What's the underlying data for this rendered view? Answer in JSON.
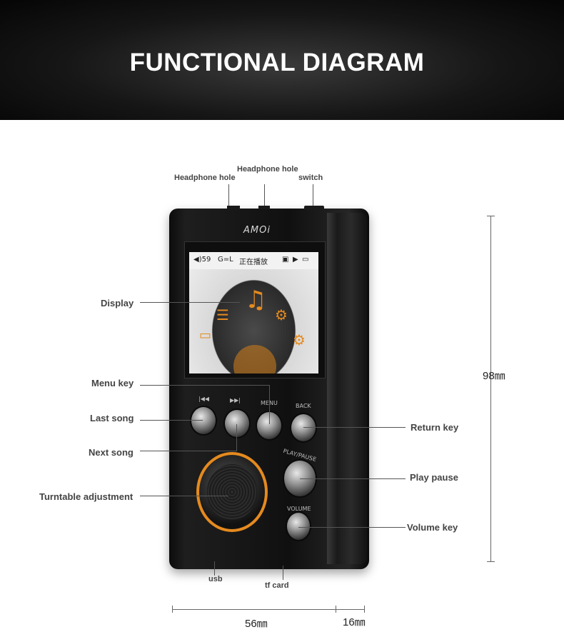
{
  "header": {
    "title": "FUNCTIONAL DIAGRAM"
  },
  "labels": {
    "headphone_hole_1": "Headphone hole",
    "headphone_hole_2": "Headphone hole",
    "switch": "switch",
    "display": "Display",
    "menu_key": "Menu key",
    "last_song": "Last song",
    "next_song": "Next song",
    "turntable": "Turntable adjustment",
    "return_key": "Return key",
    "play_pause": "Play pause",
    "volume_key": "Volume key",
    "usb": "usb",
    "tf_card": "tf card"
  },
  "dimensions": {
    "height": "98㎜",
    "width": "56㎜",
    "depth": "16㎜"
  },
  "device": {
    "brand": "AMOi",
    "status_bar": {
      "volume": "◀)59",
      "eq": "G=L",
      "state": "正在播放"
    },
    "button_labels": {
      "prev": "|◀◀",
      "next": "▶▶|",
      "menu": "MENU",
      "back": "BACK",
      "play": "PLAY/PAUSE",
      "volume": "VOLUME"
    }
  },
  "colors": {
    "accent": "#e58a1f",
    "header_bg": "#111111"
  }
}
